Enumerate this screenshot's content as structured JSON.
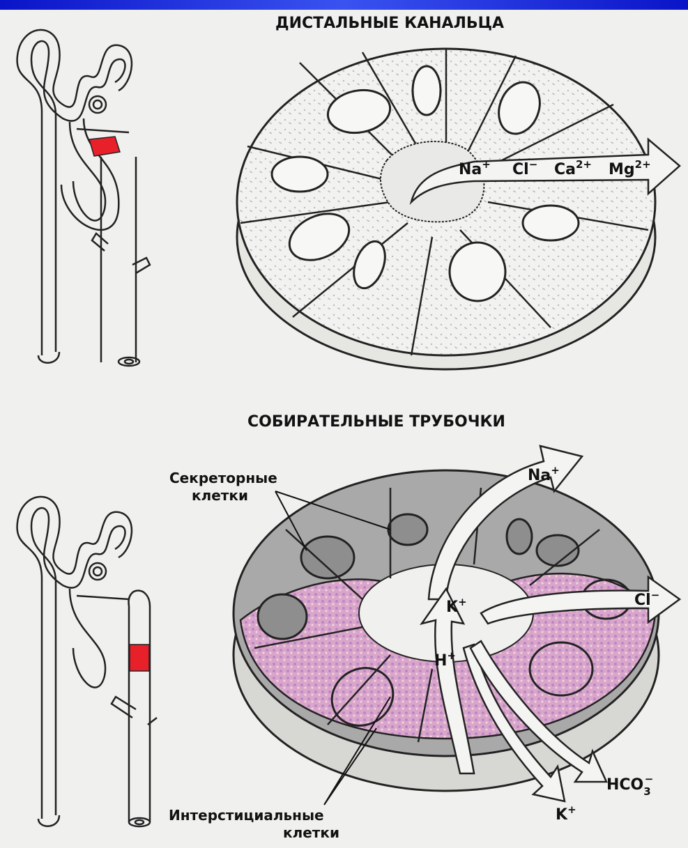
{
  "colors": {
    "top_bar": "#1a2fe0",
    "highlight": "#e8202a",
    "cell_gray": "#a9a9a9",
    "cell_pink": "#d9a6c9",
    "background": "#f0f0ee"
  },
  "distal": {
    "title": "ДИСТАЛЬНЫЕ КАНАЛЬЦА",
    "ions": [
      {
        "base": "Na",
        "sup": "+"
      },
      {
        "base": "Cl",
        "sup": "−"
      },
      {
        "base": "Ca",
        "sup": "2+"
      },
      {
        "base": "Mg",
        "sup": "2+"
      }
    ]
  },
  "collecting": {
    "title": "СОБИРАТЕЛЬНЫЕ ТРУБОЧКИ",
    "label_secretory": [
      "Секреторные",
      "клетки"
    ],
    "label_interstitial": [
      "Интерстициальные",
      "клетки"
    ],
    "ion_na": {
      "base": "Na",
      "sup": "+"
    },
    "ion_cl": {
      "base": "Cl",
      "sup": "−"
    },
    "ion_k_in": {
      "base": "K",
      "sup": "+"
    },
    "ion_h": {
      "base": "H",
      "sup": "+"
    },
    "ion_k_out": {
      "base": "K",
      "sup": "+"
    },
    "ion_hco3": {
      "base": "HCO",
      "sub": "3",
      "sup": "−"
    }
  }
}
